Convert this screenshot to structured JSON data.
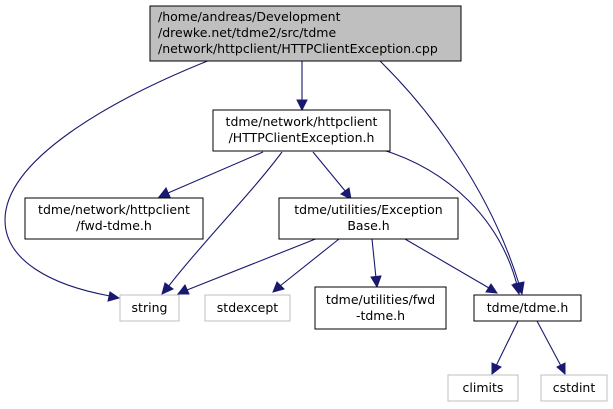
{
  "colors": {
    "edge": "#191970",
    "root_fill": "#bfbfbf",
    "external_border": "#bfbfbf",
    "node_border": "#000000"
  },
  "nodes": {
    "root": {
      "lines": [
        "/home/andreas/Development",
        "/drewke.net/tdme2/src/tdme",
        "/network/httpclient/HTTPClientException.cpp"
      ]
    },
    "httpclient_exception_h": {
      "lines": [
        "tdme/network/httpclient",
        "/HTTPClientException.h"
      ]
    },
    "fwd_tdme_httpclient": {
      "lines": [
        "tdme/network/httpclient",
        "/fwd-tdme.h"
      ]
    },
    "exception_base": {
      "lines": [
        "tdme/utilities/Exception",
        "Base.h"
      ]
    },
    "fwd_tdme_utilities": {
      "lines": [
        "tdme/utilities/fwd",
        "-tdme.h"
      ]
    },
    "tdme_h": {
      "label": "tdme/tdme.h"
    },
    "string": {
      "label": "string"
    },
    "stdexcept": {
      "label": "stdexcept"
    },
    "climits": {
      "label": "climits"
    },
    "cstdint": {
      "label": "cstdint"
    }
  }
}
